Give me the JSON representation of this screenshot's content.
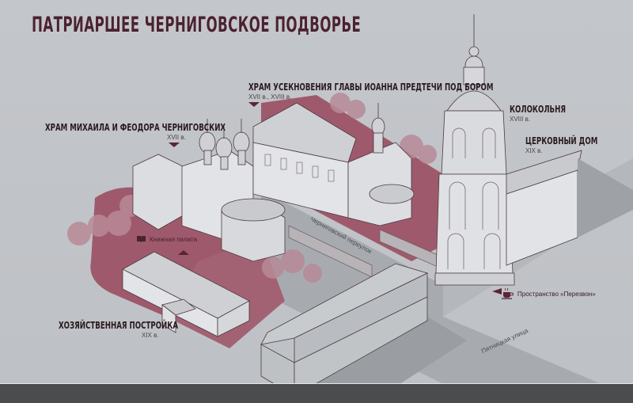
{
  "title": "ПАТРИАРШЕЕ ЧЕРНИГОВСКОЕ ПОДВОРЬЕ",
  "colors": {
    "accent": "#5a2535",
    "courtyard": "#9e5a6c",
    "street": "#a9adb1",
    "background": "#c2c5c9",
    "building_line": "#4a3a40"
  },
  "buildings": [
    {
      "id": "ioann",
      "name": "ХРАМ УСЕКНОВЕНИЯ ГЛАВЫ ИОАННА ПРЕДТЕЧИ ПОД БОРОМ",
      "century": "XVII в., XVIII в."
    },
    {
      "id": "mikhail",
      "name": "ХРАМ МИХАИЛА И ФЕОДОРА ЧЕРНИГОВСКИХ",
      "century": "XVII в."
    },
    {
      "id": "belltower",
      "name": "КОЛОКОЛЬНЯ",
      "century": "XVIII в."
    },
    {
      "id": "church-house",
      "name": "ЦЕРКОВНЫЙ ДОМ",
      "century": "XIX в."
    },
    {
      "id": "outbuilding",
      "name": "ХОЗЯЙСТВЕННАЯ ПОСТРОЙКА",
      "century": "XIX в."
    }
  ],
  "points_of_interest": [
    {
      "id": "bookshop",
      "icon": "book-icon",
      "label": "Книжная палата"
    },
    {
      "id": "cafe",
      "icon": "coffee-cup-icon",
      "label": "Пространство «Перезвон»"
    }
  ],
  "streets": [
    {
      "id": "chernigovsky",
      "label": "Черниговский переулок"
    },
    {
      "id": "pyatnitskaya",
      "label": "Пятницкая улица"
    }
  ]
}
